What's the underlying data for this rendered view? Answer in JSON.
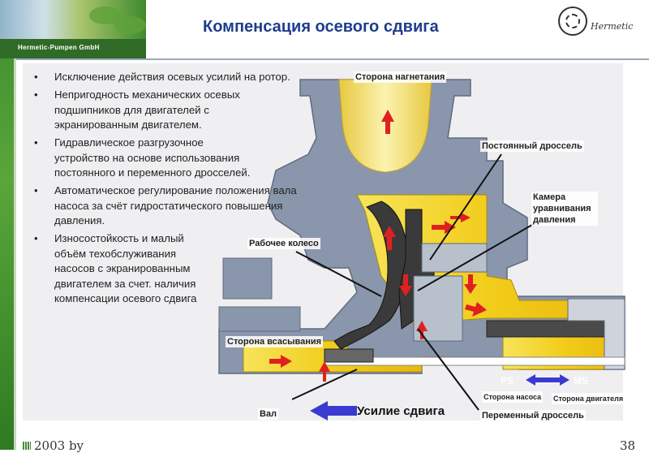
{
  "header": {
    "title": "Компенсация осевого сдвига",
    "brand": "Hermetic-Pumpen GmbH",
    "logo_text": "Hermetic"
  },
  "bullets": [
    "Исключение действия осевых усилий на ротор.",
    "Непригодность механических осевых подшипников для двигателей с экранированным двигателем.",
    "Гидравлическое разгрузочное устройство на основе использования постоянного и переменного дросселей.",
    "Автоматическое регулирование положения вала насоса за счёт гидростатического повышения давления.",
    "Износостойкость и малый объём техобслуживания насосов с экранированным двигателем за счет. наличия компенсации осевого сдвига"
  ],
  "labels": {
    "discharge_side": "Сторона нагнетания",
    "fixed_throttle": "Постоянный дроссель",
    "balance_chamber": "Камера уравнивания давления",
    "impeller": "Рабочее колесо",
    "suction_side": "Сторона всасывания",
    "shaft": "Вал",
    "shift_force": "Усилие сдвига",
    "variable_throttle": "Переменный дроссель",
    "ps": "PS",
    "ms": "MS",
    "pump_side": "Сторона насоса",
    "motor_side": "Сторона двигателя"
  },
  "footer": {
    "left": "2003 by",
    "page": "38"
  },
  "colors": {
    "title": "#1f3d8c",
    "casing": "#8a96ab",
    "fluid": "#f4d21c",
    "arrow_red": "#e02020",
    "arrow_blue": "#3a3ad0"
  }
}
